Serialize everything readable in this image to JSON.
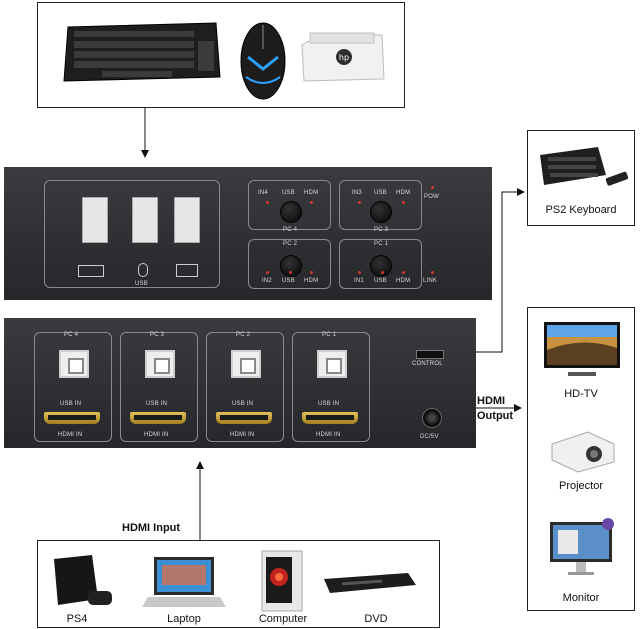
{
  "devices_right": {
    "ps2_keyboard": "PS2 Keyboard",
    "hd_tv": "HD-TV",
    "projector": "Projector",
    "monitor": "Monitor"
  },
  "labels": {
    "hdmi_output_line1": "HDMI",
    "hdmi_output_line2": "Output",
    "hdmi_input": "HDMI Input"
  },
  "sources": [
    "PS4",
    "Laptop",
    "Computer",
    "DVD"
  ],
  "front_panel": {
    "usb": "USB",
    "pow": "POW",
    "link": "LINK",
    "pc4": "PC 4",
    "pc3": "PC 3",
    "pc2": "PC 2",
    "pc1": "PC 1",
    "in4": "IN4",
    "in3": "IN3",
    "in2": "IN2",
    "in1": "IN1",
    "usb_small": "USB",
    "hdm": "HDM"
  },
  "rear_panel": {
    "pc4": "PC 4",
    "pc3": "PC 3",
    "pc2": "PC 2",
    "pc1": "PC 1",
    "usb_in": "USB IN",
    "hdmi_in": "HDMI IN",
    "control": "CONTROL",
    "dc": "DC/5V"
  },
  "logo": "hp"
}
